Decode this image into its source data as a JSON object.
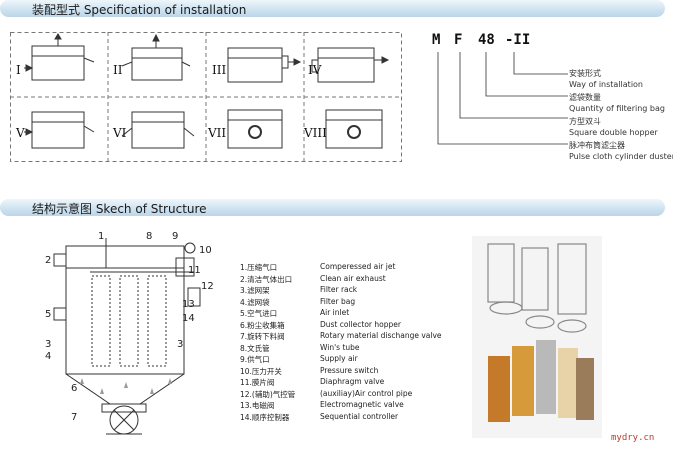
{
  "sections": {
    "installation_title": "装配型式 Specification of installation",
    "structure_title": "结构示意图 Skech of Structure"
  },
  "install_labels": [
    "I",
    "II",
    "III",
    "IV",
    "V",
    "VI",
    "VII",
    "VIII"
  ],
  "model": {
    "parts": [
      "M",
      "F",
      "48",
      "-II"
    ],
    "annotations": [
      "安装形式",
      "Way of installation",
      "滤袋数量",
      "Quantity of filtering bag",
      "方型双斗",
      "Square double hopper",
      "脉冲布筒滤尘器",
      "Pulse cloth cylinder duster"
    ]
  },
  "diagram_numbers": [
    "1",
    "8",
    "9",
    "10",
    "11",
    "12",
    "13",
    "14",
    "2",
    "5",
    "3",
    "4",
    "3",
    "6",
    "7"
  ],
  "legend": [
    {
      "cn": "1.压缩气口",
      "en": "Comperessed air jet"
    },
    {
      "cn": "2.清洁气体出口",
      "en": "Clean air exhaust"
    },
    {
      "cn": "3.滤网架",
      "en": "Filter rack"
    },
    {
      "cn": "4.滤网袋",
      "en": "Filter bag"
    },
    {
      "cn": "5.空气进口",
      "en": "Air inlet"
    },
    {
      "cn": "6.粉尘收集箱",
      "en": "Dust collector hopper"
    },
    {
      "cn": "7.旋转下料阀",
      "en": "Rotary material dischange valve"
    },
    {
      "cn": "8.文氏管",
      "en": "Win's tube"
    },
    {
      "cn": "9.供气口",
      "en": "Supply air"
    },
    {
      "cn": "10.压力开关",
      "en": "Pressure switch"
    },
    {
      "cn": "11.膜片阀",
      "en": "Diaphragm valve"
    },
    {
      "cn": "12.(辅助)气控管",
      "en": "(auxiliay)Air control pipe"
    },
    {
      "cn": "13.电磁阀",
      "en": "Electromagnetic valve"
    },
    {
      "cn": "14.顺序控制器",
      "en": "Sequential controller"
    }
  ],
  "watermark": "mydry.cn"
}
